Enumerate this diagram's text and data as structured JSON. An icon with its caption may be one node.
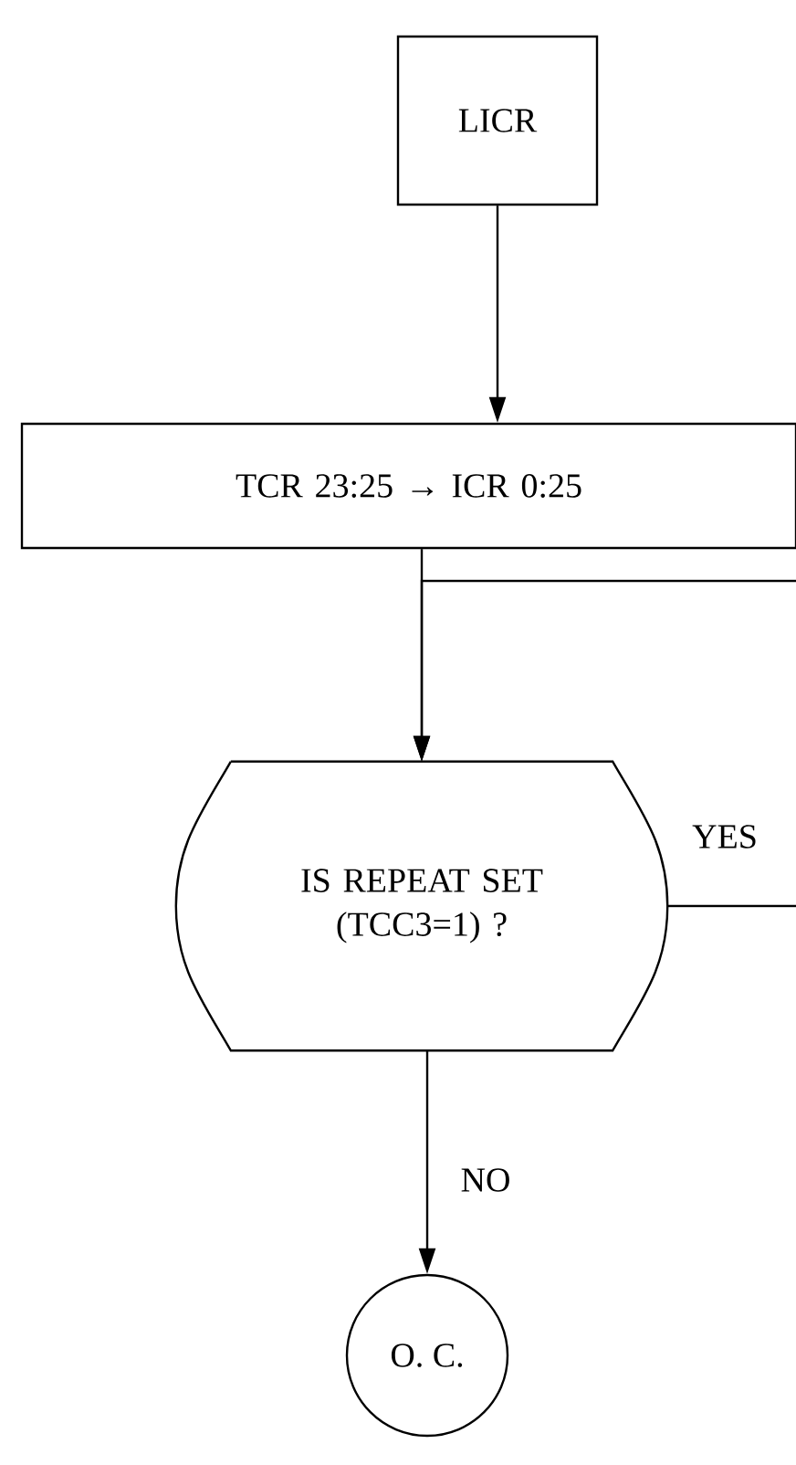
{
  "diagram": {
    "nodes": [
      {
        "text": [
          "LICR"
        ]
      },
      {
        "text": [
          "TCR 23:25 → ICR 0:25"
        ]
      },
      {
        "text": [
          "IS REPEAT SET (TCC3=1) ?"
        ]
      },
      {
        "text": [
          "O. C."
        ]
      }
    ],
    "edges": [
      {
        "from": 0,
        "to": 1,
        "arrow": "to"
      },
      {
        "from": 1,
        "to": 2,
        "arrow": "to"
      },
      {
        "from": null,
        "to": 2,
        "arrow": "to"
      },
      {
        "from": 2,
        "to": null,
        "arrow": "none",
        "label": "YES"
      },
      {
        "from": 2,
        "to": 3,
        "arrow": "to",
        "label": "NO"
      }
    ]
  }
}
